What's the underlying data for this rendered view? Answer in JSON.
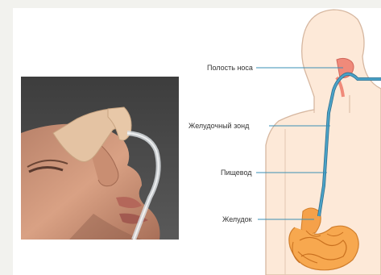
{
  "labels": {
    "nasal_cavity": "Полость носа",
    "gastric_tube": "Желудочный зонд",
    "esophagus": "Пищевод",
    "stomach": "Желудок"
  },
  "colors": {
    "tube": "#4aa3c8",
    "skin": "#fbe7d6",
    "organs": "#f5a14a",
    "label_line": "#3a8fb5"
  }
}
